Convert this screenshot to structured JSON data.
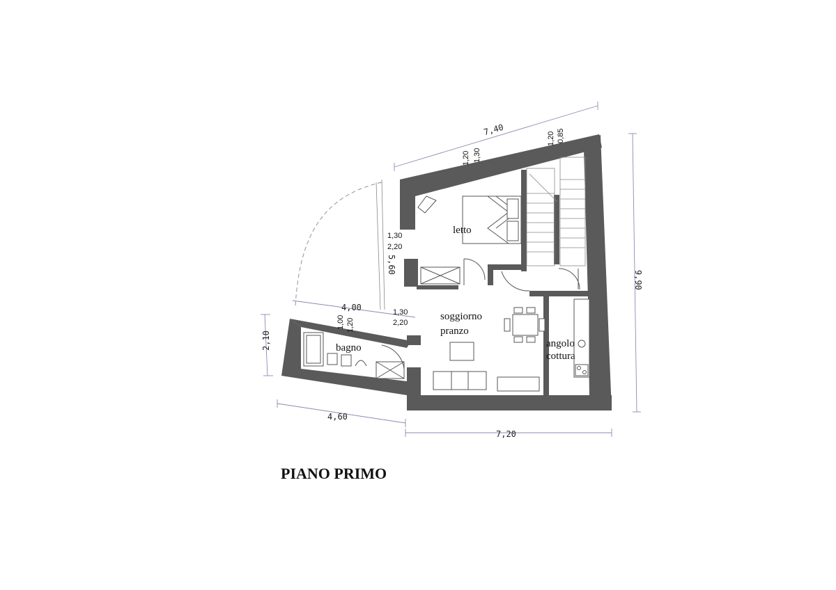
{
  "drawing": {
    "title": "PIANO PRIMO",
    "rooms": {
      "letto": "letto",
      "soggiorno_1": "soggiorno",
      "soggiorno_2": "pranzo",
      "bagno": "bagno",
      "angolo_1": "angolo",
      "angolo_2": "cottura"
    },
    "dimensions": {
      "top": "7,40",
      "right": "9,90",
      "bottom": "7,20",
      "bagno_width": "4,00",
      "bagno_height": "2,10",
      "bagno_bottom": "4,60",
      "left_depth": "5,60"
    },
    "windows": {
      "letto_top_a": "1,20",
      "letto_top_b": "1,30",
      "stair_top_a": "1,20",
      "stair_top_b": "0,85",
      "letto_left_a": "1,30",
      "letto_left_b": "2,20",
      "soggiorno_left_a": "1,30",
      "soggiorno_left_b": "2,20",
      "bagno_top_a": "1,00",
      "bagno_top_b": "1,20"
    },
    "colors": {
      "wall": "#5a5a5a",
      "dimension": "#8a8ab4",
      "background": "#ffffff"
    }
  }
}
